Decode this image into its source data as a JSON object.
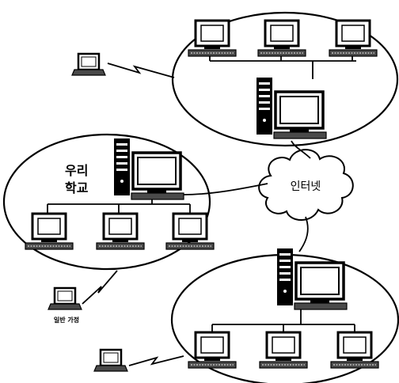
{
  "labels": {
    "school": [
      "우리",
      "학교"
    ],
    "internet": "인터넷",
    "home": "일반 가정"
  },
  "colors": {
    "ink": "#000000",
    "paper": "#ffffff",
    "shade": "#4a4a4a"
  }
}
